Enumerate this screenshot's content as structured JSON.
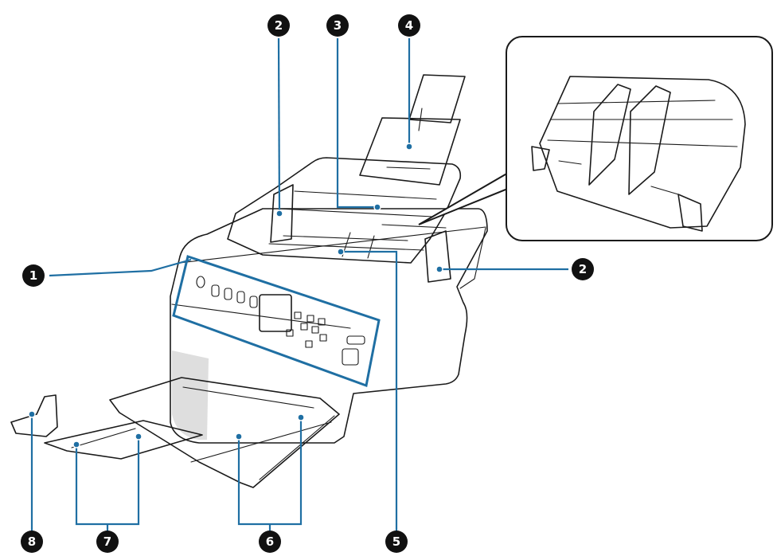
{
  "diagram": {
    "subject": "document scanner parts diagram",
    "accent_color": "#1f6fa3",
    "callouts": [
      {
        "id": "c1",
        "label": "1"
      },
      {
        "id": "c2a",
        "label": "2"
      },
      {
        "id": "c2b",
        "label": "2"
      },
      {
        "id": "c3",
        "label": "3"
      },
      {
        "id": "c4",
        "label": "4"
      },
      {
        "id": "c5",
        "label": "5"
      },
      {
        "id": "c6",
        "label": "6"
      },
      {
        "id": "c7",
        "label": "7"
      },
      {
        "id": "c8",
        "label": "8"
      }
    ]
  }
}
